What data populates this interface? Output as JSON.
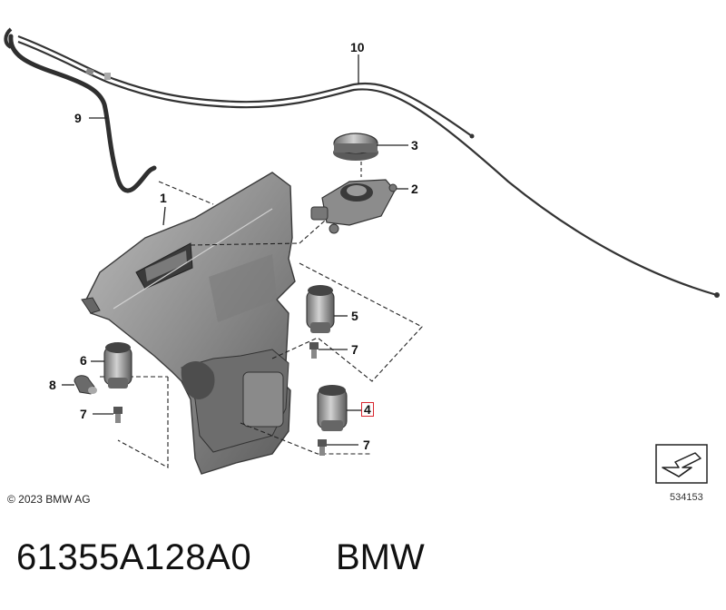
{
  "callouts": {
    "c1": "1",
    "c2": "2",
    "c3": "3",
    "c4": "4",
    "c5": "5",
    "c6": "6",
    "c7a": "7",
    "c7b": "7",
    "c7c": "7",
    "c8": "8",
    "c9": "9",
    "c10": "10"
  },
  "highlighted_callout": "4",
  "copyright": "© 2023 BMW AG",
  "reference_number": "534153",
  "part_number": "61355A128A0",
  "brand": "BMW",
  "colors": {
    "part_fill": "#9a9a9a",
    "part_dark": "#5e5e5e",
    "part_light": "#c4c4c4",
    "highlight": "#d9262f",
    "line": "#222222"
  },
  "icons": {
    "nav_arrow": "arrow-down-left-icon"
  }
}
